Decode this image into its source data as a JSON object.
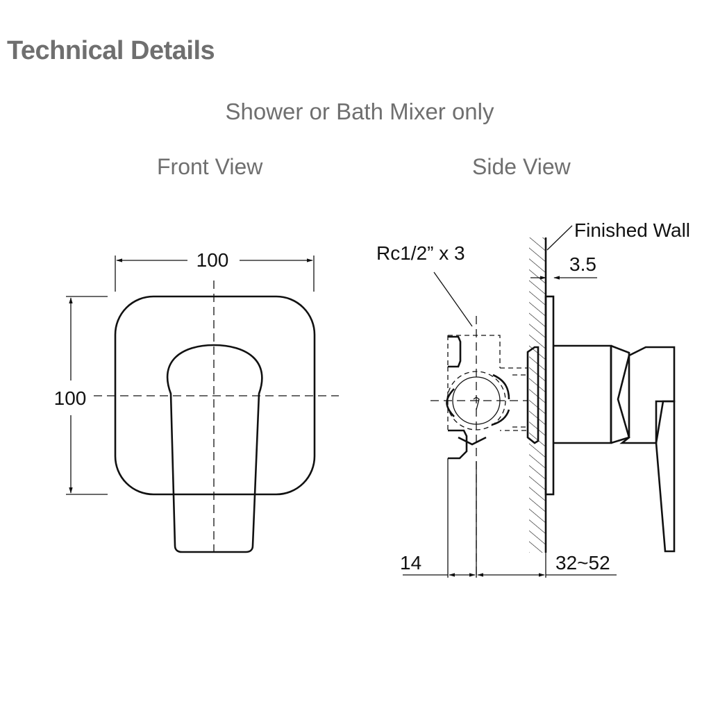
{
  "header": {
    "title": "Technical Details",
    "subtitle": "Shower or Bath Mixer only"
  },
  "views": {
    "front_label": "Front View",
    "side_label": "Side View"
  },
  "front_view": {
    "width_dim": "100",
    "height_dim": "100"
  },
  "side_view": {
    "connection_label": "Rc1/2” x 3",
    "wall_label": "Finished Wall",
    "plate_dim": "3.5",
    "offset_dim": "14",
    "depth_range_dim": "32~52"
  }
}
